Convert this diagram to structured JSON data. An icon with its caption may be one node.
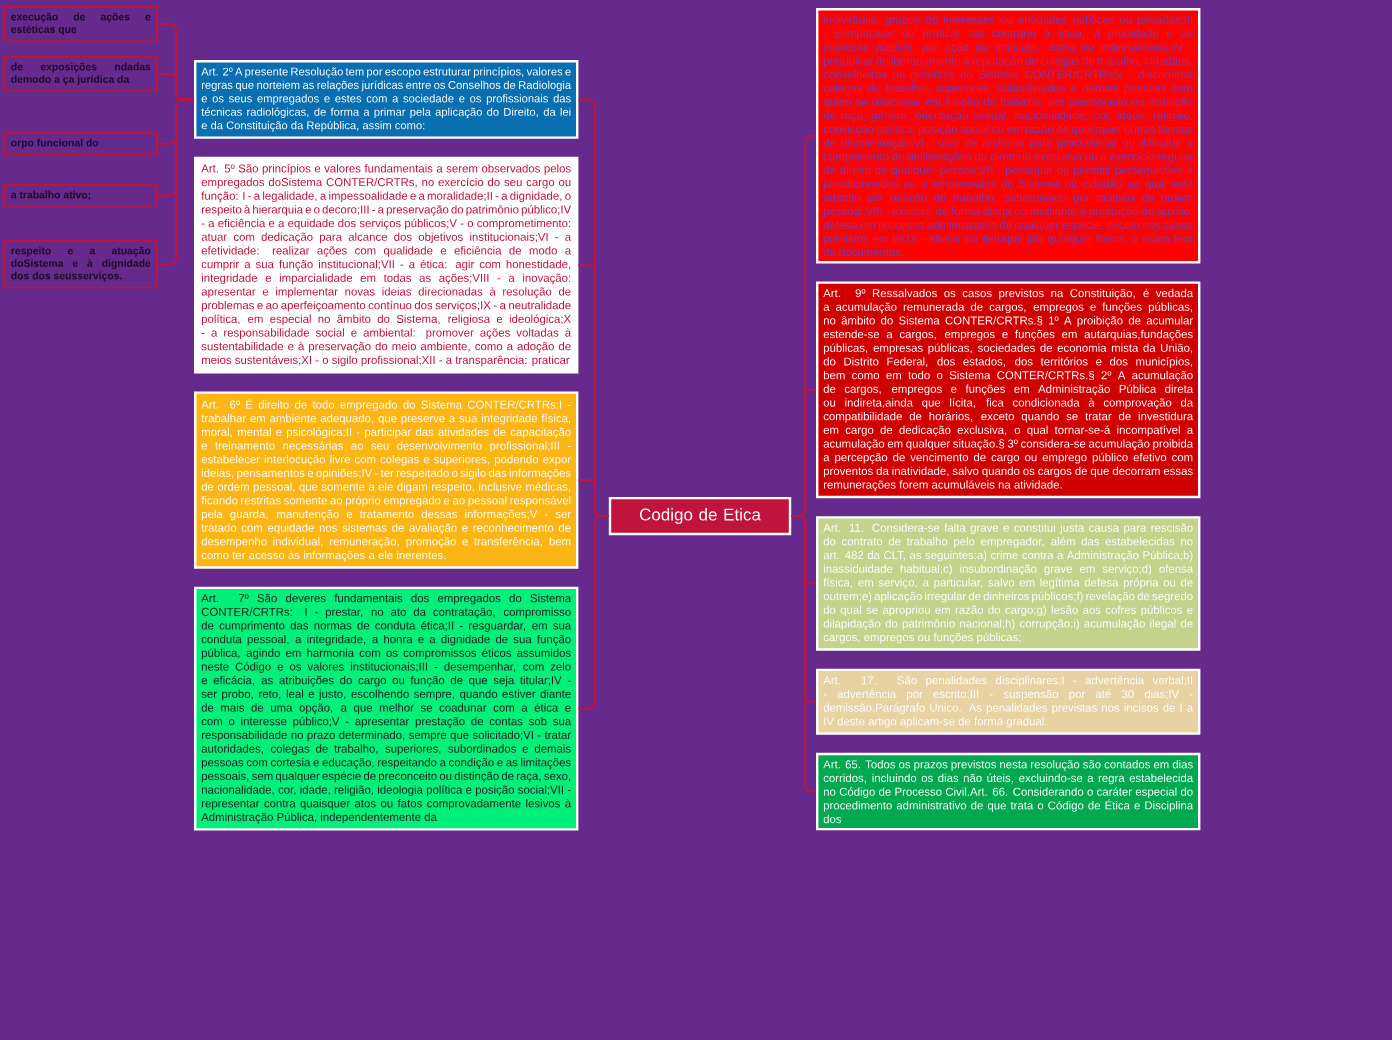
{
  "diagram": {
    "nodes": [
      {
        "text": [
          "execução de ações e estéticas que"
        ]
      },
      {
        "text": [
          "de exposições ndadas demodo a ça jurídica da"
        ]
      },
      {
        "text": [
          "orpo funcional do"
        ]
      },
      {
        "text": [
          "a trabalho ativo;"
        ]
      },
      {
        "text": [
          "respeito e a atuação doSistema e à dignidade dos dos seusserviços."
        ]
      },
      {
        "text": [
          "Art. 2º A presente Resolução tem por escopo estruturar princípios, valores e regras que norteiem as relações jurídicas entre os Conselhos de Radiologia e os seus empregados e estes com a sociedade e os profissionais das técnicas radiológicas, de forma a primar pela aplicação do Direito, da lei e da Constituição da República, assim como:"
        ]
      },
      {
        "text": [
          "Art. 5º São princípios e valores fundamentais a serem observados pelos empregados doSistema CONTER/CRTRs, no exercício do seu cargo ou função: I - a legalidade, a impessoalidade e a moralidade;II - a dignidade, o respeito à hierarquia e o decoro;III - a preservação do patrimônio público;IV - a eficiência e a equidade dos serviços públicos;V - o comprometimento: atuar com dedicação para alcance dos objetivos institucionais;VI - a efetividade: realizar ações com qualidade e eficiência de modo a cumprir a sua função institucional;VII - a ética: agir com honestidade, integridade e imparcialidade em todas as ações;VIII - a inovação: apresentar e implementar novas ideias direcionadas à resolução de problemas e ao aperfeiçoamento contínuo dos serviços;IX - a neutralidade política, em especial no âmbito do Sistema, religiosa e ideológica;X - a responsabilidade social e ambiental: promover ações voltadas à sustentabilidade e à preservação do meio ambiente, como a adoção de meios sustentáveis;XI - o sigilo profissional;XII - a transparência: praticar"
        ]
      },
      {
        "text": [
          "Art. 6º É direito de todo empregado do Sistema CONTER/CRTRs:I - trabalhar em ambiente adequado, que preserve a sua integridade física, moral, mental e psicológica;II - participar das atividades de capacitação e treinamento necessárias ao seu desenvolvimento profissional;III - estabelecer interlocução livre com colegas e superiores, podendo expor ideias, pensamentos e opiniões;IV - ter respeitado o sigilo das informações de ordem pessoal, que somente a ele digam respeito, inclusive médicas, ficando restritas somente ao próprio empregado e ao pessoal responsável pela guarda, manutenção e tratamento dessas informações;V - ser tratado com equidade nos sistemas de avaliação e reconhecimento de desempenho individual, remuneração, promoção e transferência, bem como ter acesso às informações a ele inerentes."
        ]
      },
      {
        "text": [
          "Art. 7º São deveres fundamentais dos empregados do Sistema CONTER/CRTRs: I - prestar, no ato da contratação, compromisso de cumprimento das normas de conduta ética;II - resguardar, em sua conduta pessoal, a integridade, a honra e a dignidade de sua função pública, agindo em harmonia com os compromissos éticos assumidos neste Código e os valores institucionais;III - desempenhar, com zelo e eficácia, as atribuições do cargo ou função de que seja titular;IV - ser probo, reto, leal e justo, escolhendo sempre, quando estiver diante de mais de uma opção, a que melhor se coadunar com a ética e com o interesse público;V - apresentar prestação de contas sob sua responsabilidade no prazo determinado, sempre que solicitado;VI - tratar autoridades, colegas de trabalho, superiores, subordinados e demais pessoas com cortesia e educação, respeitando a condição e as limitações pessoais, sem qualquer espécie de preconceito ou distinção de raça, sexo, nacionalidade, cor, idade, religião, ideologia política e posição social;VII - representar contra quaisquer atos ou fatos comprovadamente lesivos à Administração Pública, independentemente da"
        ]
      },
      {
        "text": [
          "Codigo de Etica"
        ]
      },
      {
        "text": [
          "individuais, grupos de interesses ou entidades públicas ou privadas;III - compactuar ou praticar ato contrário à ética, à probidade e ao interesse público, por ação ou omissão, direta ou indiretamente;IV - prejudicar deliberadamente a reputação de colegas de trabalho, cidadãos, conselheiros ou gerentes do Sistema CONTER/CRTRs;V - discriminar colegas de trabalho, superiores, subordinados e demais pessoas com quem se relacionar em função do trabalho, por preconceito ou distinção de raça, gênero, orientação sexual, nacionalidade, cor, idade, religião, convicção política, posição social ou em razão de quaisquer outras formas de discriminação;VI - usar de artifícios para procrastinar ou dificultar o cumprimento de deliberações da diretoria executiva ou o exercício regular de direito de qualquer pessoa;VII - perseguir ou permitir perseguições à jurisdicionados ou a empregados do Sistema ou cidadão ao qual está adstrito por relação de trabalho, subordinado por motivos de ordem pessoal;VIII - exercer, de forma direta ou mediante a prestação de auxílio, defesa em processo administrativo de qualquer espécie, exceto nos casos previstos em lei;IX - alterar ou deturpar por qualquer forma, o exato teor de documentos."
        ]
      },
      {
        "text": [
          "Art. 9º Ressalvados os casos previstos na Constituição, é vedada a acumulação remunerada de cargos, empregos e funções públicas, no âmbito do Sistema CONTER/CRTRs.§ 1º A proibição de acumular estende-se a cargos, empregos e funções em autarquias,fundações públicas, empresas públicas, sociedades de economia mista da União, do Distrito Federal, dos estados, dos territórios e dos municípios, bem como em todo o Sistema CONTER/CRTRs.§ 2º A acumulação de cargos, empregos e funções em Administração Pública direta ou indireta,ainda que lícita, fica condicionada à comprovação da compatibilidade de horários, exceto quando se tratar de investidura em cargo de dedicação exclusiva, o qual tornar-se-á incompatível a acumulação em qualquer situação.§ 3º considera-se acumulação proibida a percepção de vencimento de cargo ou emprego público efetivo com proventos da inatividade, salvo quando os cargos de que decorram essas remunerações forem acumuláveis na atividade."
        ]
      },
      {
        "text": [
          "Art. 11. Considera-se falta grave e constitui justa causa para rescisão do contrato de trabalho pelo empregador, além das estabelecidas no art. 482 da CLT, as seguintes:a) crime contra a Administração Pública;b) inassiduidade habitual;c) insubordinação grave em serviço;d) ofensa física, em serviço, a particular, salvo em legítima defesa própria ou de outrem;e) aplicação irregular de dinheiros públicos;f) revelação de segredo do qual se apropriou em razão do cargo;g) lesão aos cofres públicos e dilapidação do patrimônio nacional;h) corrupção;i) acumulação ilegal de cargos, empregos ou funções públicas;"
        ]
      },
      {
        "text": [
          "Art. 17. São penalidades disciplinares:I - advertência verbal;II - advertência por escrito;III - suspensão por até 30 dias;IV - demissão.Parágrafo Único. As penalidades previstas nos incisos de I a IV deste artigo aplicam-se de forma gradual."
        ]
      },
      {
        "text": [
          "Art. 65. Todos os prazos previstos nesta resolução são contados em dias corridos, incluindo os dias não úteis, excluindo-se a regra estabelecida no Código de Processo Civil.Art. 66. Considerando o caráter especial do procedimento administrativo de que trata o Código de Ética e Disciplina dos"
        ]
      }
    ],
    "edges": [
      {
        "from": 5,
        "to": 0,
        "arrow": "none"
      },
      {
        "from": 5,
        "to": 1,
        "arrow": "none"
      },
      {
        "from": 5,
        "to": 2,
        "arrow": "none"
      },
      {
        "from": 5,
        "to": 3,
        "arrow": "none"
      },
      {
        "from": 5,
        "to": 4,
        "arrow": "none"
      },
      {
        "from": 9,
        "to": 5,
        "arrow": "none"
      },
      {
        "from": 9,
        "to": 6,
        "arrow": "none"
      },
      {
        "from": 9,
        "to": 7,
        "arrow": "none"
      },
      {
        "from": 9,
        "to": 8,
        "arrow": "none"
      },
      {
        "from": 9,
        "to": 10,
        "arrow": "none"
      },
      {
        "from": 9,
        "to": 11,
        "arrow": "none"
      },
      {
        "from": 9,
        "to": 12,
        "arrow": "none"
      },
      {
        "from": 9,
        "to": 13,
        "arrow": "none"
      },
      {
        "from": 9,
        "to": 14,
        "arrow": "none"
      }
    ]
  }
}
